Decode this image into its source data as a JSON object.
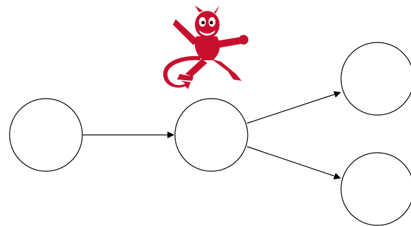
{
  "diagram": {
    "kind": "directed-graph",
    "nodes": [
      {
        "id": "n1",
        "label": ""
      },
      {
        "id": "n2",
        "label": ""
      },
      {
        "id": "n3",
        "label": ""
      },
      {
        "id": "n4",
        "label": ""
      }
    ],
    "edges": [
      {
        "from": "n1",
        "to": "n2"
      },
      {
        "from": "n2",
        "to": "n3"
      },
      {
        "from": "n2",
        "to": "n4"
      }
    ],
    "mascot": {
      "icon": "devil-mascot-icon",
      "color": "#c8102e"
    },
    "colors": {
      "stroke": "#000000",
      "background": "#ffffff"
    }
  }
}
